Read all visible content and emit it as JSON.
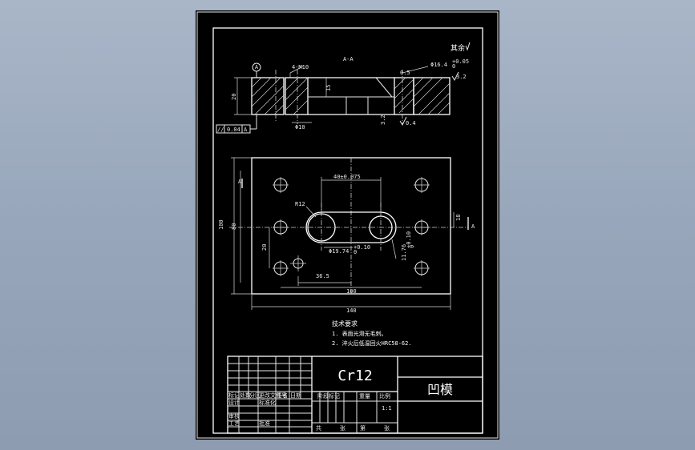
{
  "drawing": {
    "corner_mark": "其余",
    "section_title": "A-A",
    "datum_label": "A",
    "section_dims": {
      "holes": "4-M10",
      "height": "20",
      "inner": "15",
      "bore": "Φ10",
      "top_right_diameter": "Φ16.4",
      "tol_plus": "+0.05",
      "tol_zero": "0",
      "roughness_right_top": "3.2",
      "roughness_left": "3.2",
      "roughness_bottom": "0.4",
      "angle": "0.5"
    },
    "geo_tolerance": {
      "symbol": "//",
      "value": "0.04",
      "datum": "A"
    },
    "plan_dims": {
      "slot_length": "40±0.075",
      "radius": "R12",
      "offset": "18",
      "width_total": "100",
      "width_inner": "80",
      "hole_spacing": "20",
      "dia_left": "Φ19.74",
      "dia_left_tol_top": "+0.10",
      "dia_left_tol_bottom": "0",
      "dia_right": "11.76",
      "dia_right_tol_top": "+0.10",
      "dia_right_tol_bottom": "0",
      "bottom_left": "36.5",
      "bottom_mid": "100",
      "bottom_total": "140",
      "section_mark": "A"
    },
    "tech_requirements": {
      "title": "技术要求",
      "line1": "1. 表面光滑无毛刺。",
      "line2": "2. 淬火后低温回火HRC58-62."
    },
    "title_block": {
      "material": "Cr12",
      "part_name": "凹模",
      "row_labels": [
        "标记",
        "处数",
        "分区",
        "更改文件号",
        "签名",
        "日期"
      ],
      "design": "设计",
      "standardize": "标准化",
      "review": "审核",
      "process": "工艺",
      "approve": "批准",
      "stage_mark": "阶段标记",
      "weight": "重量",
      "scale_label": "比例",
      "scale": "1:1",
      "total_sheets": "共",
      "sheet_unit": "张",
      "sheet_no": "第",
      "sheet_no_unit": "张"
    }
  }
}
